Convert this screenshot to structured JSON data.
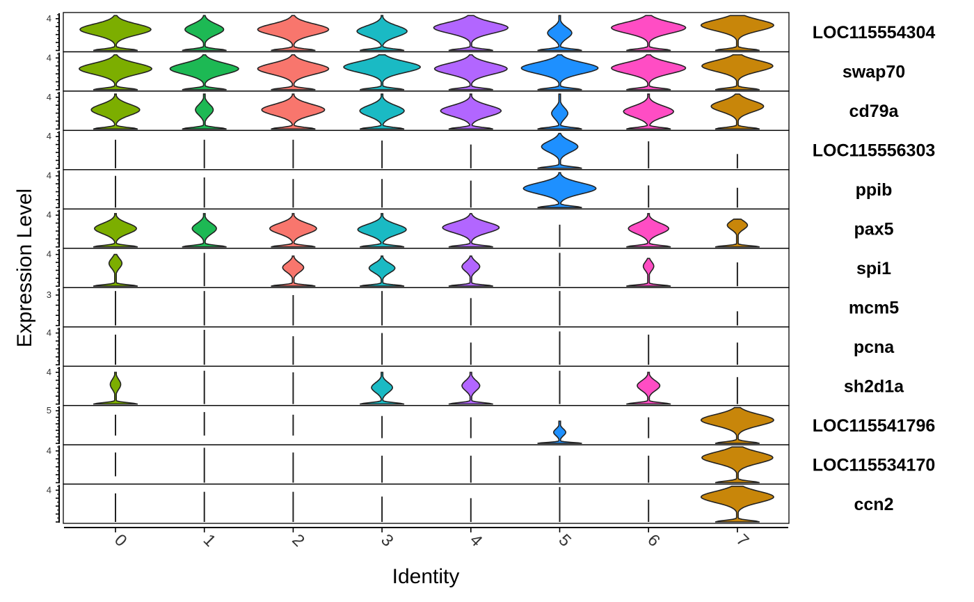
{
  "chart_data": {
    "type": "violin",
    "subtype": "stacked",
    "xlabel": "Identity",
    "ylabel": "Expression Level",
    "categories": [
      "0",
      "1",
      "2",
      "3",
      "4",
      "5",
      "6",
      "7"
    ],
    "category_colors": [
      "#7CAE00",
      "#1DB954",
      "#F8766D",
      "#1ABAC4",
      "#B266FF",
      "#1E90FF",
      "#FF4DC4",
      "#C8860A"
    ],
    "legend": "none",
    "grid": false,
    "genes": [
      {
        "name": "LOC115554304",
        "tick": "4",
        "ymax": 4.6,
        "violins": [
          {
            "bh": 0.95,
            "bw": 0.88,
            "lh": 0.05,
            "min": 0.0,
            "max": 4.4,
            "peak": 0.6
          },
          {
            "bh": 0.95,
            "bw": 0.48,
            "lh": 0.05,
            "min": 0.0,
            "max": 4.4,
            "peak": 0.6
          },
          {
            "bh": 0.95,
            "bw": 0.88,
            "lh": 0.05,
            "min": 0.0,
            "max": 4.4,
            "peak": 0.6
          },
          {
            "bh": 0.95,
            "bw": 0.62,
            "lh": 0.05,
            "min": 0.0,
            "max": 4.4,
            "peak": 0.55
          },
          {
            "bh": 0.95,
            "bw": 0.92,
            "lh": 0.05,
            "min": 0.0,
            "max": 4.4,
            "peak": 0.65
          },
          {
            "bh": 0.6,
            "bw": 0.3,
            "lh": 0.05,
            "min": 0.0,
            "max": 4.4,
            "peak": 0.5
          },
          {
            "bh": 0.95,
            "bw": 0.92,
            "lh": 0.05,
            "min": 0.0,
            "max": 4.4,
            "peak": 0.65
          },
          {
            "bh": 0.95,
            "bw": 0.9,
            "lh": 0.05,
            "min": 0.0,
            "max": 4.4,
            "peak": 0.72
          }
        ]
      },
      {
        "name": "swap70",
        "tick": "4",
        "ymax": 4.6,
        "violins": [
          {
            "bh": 0.95,
            "bw": 0.9,
            "lh": 0.04,
            "min": 0.0,
            "max": 4.4,
            "peak": 0.6
          },
          {
            "bh": 0.95,
            "bw": 0.85,
            "lh": 0.04,
            "min": 0.0,
            "max": 4.4,
            "peak": 0.6
          },
          {
            "bh": 0.95,
            "bw": 0.88,
            "lh": 0.04,
            "min": 0.0,
            "max": 4.4,
            "peak": 0.6
          },
          {
            "bh": 0.95,
            "bw": 0.95,
            "lh": 0.04,
            "min": 0.0,
            "max": 4.4,
            "peak": 0.65
          },
          {
            "bh": 0.95,
            "bw": 0.9,
            "lh": 0.04,
            "min": 0.0,
            "max": 4.4,
            "peak": 0.6
          },
          {
            "bh": 0.95,
            "bw": 0.95,
            "lh": 0.04,
            "min": 0.0,
            "max": 4.4,
            "peak": 0.62
          },
          {
            "bh": 0.95,
            "bw": 0.92,
            "lh": 0.04,
            "min": 0.0,
            "max": 4.4,
            "peak": 0.62
          },
          {
            "bh": 0.95,
            "bw": 0.88,
            "lh": 0.04,
            "min": 0.0,
            "max": 4.4,
            "peak": 0.68
          }
        ]
      },
      {
        "name": "cd79a",
        "tick": "4",
        "ymax": 4.6,
        "violins": [
          {
            "bh": 0.95,
            "bw": 0.6,
            "lh": 0.05,
            "min": 0.0,
            "max": 4.4,
            "peak": 0.55
          },
          {
            "bh": 0.95,
            "bw": 0.22,
            "lh": 0.05,
            "min": 0.0,
            "max": 4.4,
            "peak": 0.55
          },
          {
            "bh": 0.95,
            "bw": 0.78,
            "lh": 0.05,
            "min": 0.0,
            "max": 4.4,
            "peak": 0.55
          },
          {
            "bh": 0.95,
            "bw": 0.55,
            "lh": 0.05,
            "min": 0.0,
            "max": 4.4,
            "peak": 0.52
          },
          {
            "bh": 0.95,
            "bw": 0.75,
            "lh": 0.05,
            "min": 0.0,
            "max": 4.4,
            "peak": 0.52
          },
          {
            "bh": 0.6,
            "bw": 0.2,
            "lh": 0.05,
            "min": 0.0,
            "max": 4.4,
            "peak": 0.45
          },
          {
            "bh": 0.95,
            "bw": 0.62,
            "lh": 0.05,
            "min": 0.0,
            "max": 4.4,
            "peak": 0.5
          },
          {
            "bh": 0.95,
            "bw": 0.65,
            "lh": 0.05,
            "min": 0.0,
            "max": 4.4,
            "peak": 0.65
          }
        ]
      },
      {
        "name": "LOC115556303",
        "tick": "4",
        "ymax": 4.6,
        "violins": [
          {
            "bh": 0,
            "bw": 0,
            "lh": 0,
            "min": 0.0,
            "max": 3.6,
            "peak": 0.5
          },
          {
            "bh": 0,
            "bw": 0,
            "lh": 0,
            "min": 0.0,
            "max": 3.6,
            "peak": 0.5
          },
          {
            "bh": 0,
            "bw": 0,
            "lh": 0,
            "min": 0.0,
            "max": 3.6,
            "peak": 0.5
          },
          {
            "bh": 0,
            "bw": 0,
            "lh": 0,
            "min": 0.0,
            "max": 3.5,
            "peak": 0.5
          },
          {
            "bh": 0,
            "bw": 0,
            "lh": 0,
            "min": 0.0,
            "max": 3.0,
            "peak": 0.5
          },
          {
            "bh": 0.95,
            "bw": 0.45,
            "lh": 0.05,
            "min": 0.0,
            "max": 4.4,
            "peak": 0.62
          },
          {
            "bh": 0,
            "bw": 0,
            "lh": 0,
            "min": 0.0,
            "max": 3.4,
            "peak": 0.5
          },
          {
            "bh": 0,
            "bw": 0,
            "lh": 0,
            "min": 0.0,
            "max": 1.8,
            "peak": 0.5
          }
        ]
      },
      {
        "name": "ppib",
        "tick": "4",
        "ymax": 4.6,
        "violins": [
          {
            "bh": 0,
            "bw": 0,
            "lh": 0,
            "min": 0.0,
            "max": 4.0,
            "peak": 0.5
          },
          {
            "bh": 0,
            "bw": 0,
            "lh": 0,
            "min": 0.0,
            "max": 3.8,
            "peak": 0.5
          },
          {
            "bh": 0,
            "bw": 0,
            "lh": 0,
            "min": 0.0,
            "max": 3.6,
            "peak": 0.5
          },
          {
            "bh": 0,
            "bw": 0,
            "lh": 0,
            "min": 0.0,
            "max": 3.6,
            "peak": 0.5
          },
          {
            "bh": 0,
            "bw": 0,
            "lh": 0,
            "min": 0.0,
            "max": 3.4,
            "peak": 0.5
          },
          {
            "bh": 0.95,
            "bw": 0.9,
            "lh": 0.05,
            "min": 0.0,
            "max": 4.4,
            "peak": 0.55
          },
          {
            "bh": 0,
            "bw": 0,
            "lh": 0,
            "min": 0.0,
            "max": 2.8,
            "peak": 0.5
          },
          {
            "bh": 0,
            "bw": 0,
            "lh": 0,
            "min": 0.0,
            "max": 2.5,
            "peak": 0.5
          }
        ]
      },
      {
        "name": "pax5",
        "tick": "4",
        "ymax": 4.6,
        "violins": [
          {
            "bh": 0.9,
            "bw": 0.52,
            "lh": 0.05,
            "min": 0.0,
            "max": 4.2,
            "peak": 0.55
          },
          {
            "bh": 0.9,
            "bw": 0.3,
            "lh": 0.05,
            "min": 0.0,
            "max": 4.2,
            "peak": 0.55
          },
          {
            "bh": 0.9,
            "bw": 0.58,
            "lh": 0.05,
            "min": 0.0,
            "max": 4.2,
            "peak": 0.55
          },
          {
            "bh": 0.9,
            "bw": 0.6,
            "lh": 0.05,
            "min": 0.0,
            "max": 4.2,
            "peak": 0.52
          },
          {
            "bh": 0.9,
            "bw": 0.7,
            "lh": 0.05,
            "min": 0.0,
            "max": 4.2,
            "peak": 0.58
          },
          {
            "bh": 0,
            "bw": 0,
            "lh": 0,
            "min": 0.0,
            "max": 2.8,
            "peak": 0.5
          },
          {
            "bh": 0.9,
            "bw": 0.5,
            "lh": 0.05,
            "min": 0.0,
            "max": 4.2,
            "peak": 0.55
          },
          {
            "bh": 0.75,
            "bw": 0.25,
            "lh": 0.04,
            "min": 0.0,
            "max": 3.5,
            "peak": 0.78
          }
        ]
      },
      {
        "name": "spi1",
        "tick": "4",
        "ymax": 4.6,
        "violins": [
          {
            "bh": 0.8,
            "bw": 0.16,
            "lh": 0.05,
            "min": 0.0,
            "max": 4.0,
            "peak": 0.72
          },
          {
            "bh": 0,
            "bw": 0,
            "lh": 0,
            "min": 0.0,
            "max": 4.2,
            "peak": 0.5
          },
          {
            "bh": 0.8,
            "bw": 0.26,
            "lh": 0.05,
            "min": 0.0,
            "max": 3.8,
            "peak": 0.62
          },
          {
            "bh": 0.8,
            "bw": 0.32,
            "lh": 0.05,
            "min": 0.0,
            "max": 3.8,
            "peak": 0.6
          },
          {
            "bh": 0.8,
            "bw": 0.22,
            "lh": 0.05,
            "min": 0.0,
            "max": 3.8,
            "peak": 0.65
          },
          {
            "bh": 0,
            "bw": 0,
            "lh": 0,
            "min": 0.0,
            "max": 4.2,
            "peak": 0.5
          },
          {
            "bh": 0.7,
            "bw": 0.13,
            "lh": 0.05,
            "min": 0.0,
            "max": 3.5,
            "peak": 0.72
          },
          {
            "bh": 0,
            "bw": 0,
            "lh": 0,
            "min": 0.0,
            "max": 3.0,
            "peak": 0.5
          }
        ]
      },
      {
        "name": "mcm5",
        "tick": "3",
        "ymax": 3.6,
        "violins": [
          {
            "bh": 0,
            "bw": 0,
            "lh": 0,
            "min": 0.0,
            "max": 3.4,
            "peak": 0.5
          },
          {
            "bh": 0,
            "bw": 0,
            "lh": 0,
            "min": 0.0,
            "max": 3.4,
            "peak": 0.5
          },
          {
            "bh": 0,
            "bw": 0,
            "lh": 0,
            "min": 0.0,
            "max": 3.0,
            "peak": 0.5
          },
          {
            "bh": 0,
            "bw": 0,
            "lh": 0,
            "min": 0.0,
            "max": 3.4,
            "peak": 0.5
          },
          {
            "bh": 0,
            "bw": 0,
            "lh": 0,
            "min": 0.0,
            "max": 2.7,
            "peak": 0.5
          },
          {
            "bh": 0,
            "bw": 0,
            "lh": 0,
            "min": 0.0,
            "max": 3.4,
            "peak": 0.5
          },
          {
            "bh": 0,
            "bw": 0,
            "lh": 0,
            "min": 0.0,
            "max": 0.0,
            "peak": 0.5
          },
          {
            "bh": 0,
            "bw": 0,
            "lh": 0,
            "min": 0.0,
            "max": 1.4,
            "peak": 0.5
          }
        ]
      },
      {
        "name": "pcna",
        "tick": "4",
        "ymax": 4.6,
        "violins": [
          {
            "bh": 0,
            "bw": 0,
            "lh": 0,
            "min": 0.0,
            "max": 3.8,
            "peak": 0.5
          },
          {
            "bh": 0,
            "bw": 0,
            "lh": 0,
            "min": 0.0,
            "max": 4.4,
            "peak": 0.5
          },
          {
            "bh": 0,
            "bw": 0,
            "lh": 0,
            "min": 0.0,
            "max": 3.6,
            "peak": 0.5
          },
          {
            "bh": 0,
            "bw": 0,
            "lh": 0,
            "min": 0.0,
            "max": 4.0,
            "peak": 0.5
          },
          {
            "bh": 0,
            "bw": 0,
            "lh": 0,
            "min": 0.0,
            "max": 2.8,
            "peak": 0.5
          },
          {
            "bh": 0,
            "bw": 0,
            "lh": 0,
            "min": 0.0,
            "max": 4.2,
            "peak": 0.5
          },
          {
            "bh": 0,
            "bw": 0,
            "lh": 0,
            "min": 0.0,
            "max": 3.8,
            "peak": 0.5
          },
          {
            "bh": 0,
            "bw": 0,
            "lh": 0,
            "min": 0.0,
            "max": 2.8,
            "peak": 0.5
          }
        ]
      },
      {
        "name": "sh2d1a",
        "tick": "4",
        "ymax": 4.6,
        "violins": [
          {
            "bh": 0.85,
            "bw": 0.13,
            "lh": 0.05,
            "min": 0.0,
            "max": 4.0,
            "peak": 0.62
          },
          {
            "bh": 0,
            "bw": 0,
            "lh": 0,
            "min": 0.0,
            "max": 4.2,
            "peak": 0.5
          },
          {
            "bh": 0,
            "bw": 0,
            "lh": 0,
            "min": 0.0,
            "max": 4.0,
            "peak": 0.5
          },
          {
            "bh": 0.85,
            "bw": 0.26,
            "lh": 0.05,
            "min": 0.0,
            "max": 4.0,
            "peak": 0.52
          },
          {
            "bh": 0.85,
            "bw": 0.22,
            "lh": 0.05,
            "min": 0.0,
            "max": 4.0,
            "peak": 0.58
          },
          {
            "bh": 0,
            "bw": 0,
            "lh": 0,
            "min": 0.0,
            "max": 4.2,
            "peak": 0.5
          },
          {
            "bh": 0.85,
            "bw": 0.28,
            "lh": 0.05,
            "min": 0.0,
            "max": 4.0,
            "peak": 0.58
          },
          {
            "bh": 0,
            "bw": 0,
            "lh": 0,
            "min": 0.0,
            "max": 3.4,
            "peak": 0.5
          }
        ]
      },
      {
        "name": "LOC115541796",
        "tick": "5",
        "ymax": 5.6,
        "violins": [
          {
            "bh": 0,
            "bw": 0,
            "lh": 0,
            "min": 1.2,
            "max": 4.4,
            "peak": 0.5
          },
          {
            "bh": 0,
            "bw": 0,
            "lh": 0,
            "min": 1.2,
            "max": 4.8,
            "peak": 0.5
          },
          {
            "bh": 0,
            "bw": 0,
            "lh": 0,
            "min": 1.2,
            "max": 4.4,
            "peak": 0.5
          },
          {
            "bh": 0,
            "bw": 0,
            "lh": 0,
            "min": 0.8,
            "max": 4.2,
            "peak": 0.5
          },
          {
            "bh": 0,
            "bw": 0,
            "lh": 0,
            "min": 0.8,
            "max": 4.0,
            "peak": 0.5
          },
          {
            "bh": 0.6,
            "bw": 0.15,
            "lh": 0.04,
            "min": 0.0,
            "max": 3.4,
            "peak": 0.5
          },
          {
            "bh": 0,
            "bw": 0,
            "lh": 0,
            "min": 0.8,
            "max": 4.0,
            "peak": 0.5
          },
          {
            "bh": 0.98,
            "bw": 0.9,
            "lh": 0.06,
            "min": 0.0,
            "max": 5.5,
            "peak": 0.65
          }
        ]
      },
      {
        "name": "LOC115534170",
        "tick": "4",
        "ymax": 4.6,
        "violins": [
          {
            "bh": 0,
            "bw": 0,
            "lh": 0,
            "min": 0.8,
            "max": 3.8,
            "peak": 0.5
          },
          {
            "bh": 0,
            "bw": 0,
            "lh": 0,
            "min": 0.0,
            "max": 4.4,
            "peak": 0.5
          },
          {
            "bh": 0,
            "bw": 0,
            "lh": 0,
            "min": 0.0,
            "max": 3.8,
            "peak": 0.5
          },
          {
            "bh": 0,
            "bw": 0,
            "lh": 0,
            "min": 0.0,
            "max": 3.4,
            "peak": 0.5
          },
          {
            "bh": 0,
            "bw": 0,
            "lh": 0,
            "min": 0.0,
            "max": 3.4,
            "peak": 0.5
          },
          {
            "bh": 0,
            "bw": 0,
            "lh": 0,
            "min": 0.0,
            "max": 3.4,
            "peak": 0.5
          },
          {
            "bh": 0,
            "bw": 0,
            "lh": 0,
            "min": 0.0,
            "max": 3.4,
            "peak": 0.5
          },
          {
            "bh": 0.98,
            "bw": 0.88,
            "lh": 0.12,
            "min": 0.0,
            "max": 4.5,
            "peak": 0.7
          }
        ]
      },
      {
        "name": "ccn2",
        "tick": "4",
        "ymax": 4.6,
        "violins": [
          {
            "bh": 0,
            "bw": 0,
            "lh": 0,
            "min": 0.0,
            "max": 3.6,
            "peak": 0.5
          },
          {
            "bh": 0,
            "bw": 0,
            "lh": 0,
            "min": 0.0,
            "max": 3.8,
            "peak": 0.5
          },
          {
            "bh": 0,
            "bw": 0,
            "lh": 0,
            "min": 0.0,
            "max": 3.8,
            "peak": 0.5
          },
          {
            "bh": 0,
            "bw": 0,
            "lh": 0,
            "min": 0.0,
            "max": 3.2,
            "peak": 0.5
          },
          {
            "bh": 0,
            "bw": 0,
            "lh": 0,
            "min": 0.0,
            "max": 3.0,
            "peak": 0.5
          },
          {
            "bh": 0,
            "bw": 0,
            "lh": 0,
            "min": 0.0,
            "max": 4.4,
            "peak": 0.5
          },
          {
            "bh": 0,
            "bw": 0,
            "lh": 0,
            "min": 0.0,
            "max": 2.8,
            "peak": 0.5
          },
          {
            "bh": 0.98,
            "bw": 0.9,
            "lh": 0.1,
            "min": 0.0,
            "max": 4.5,
            "peak": 0.7
          }
        ]
      }
    ]
  }
}
